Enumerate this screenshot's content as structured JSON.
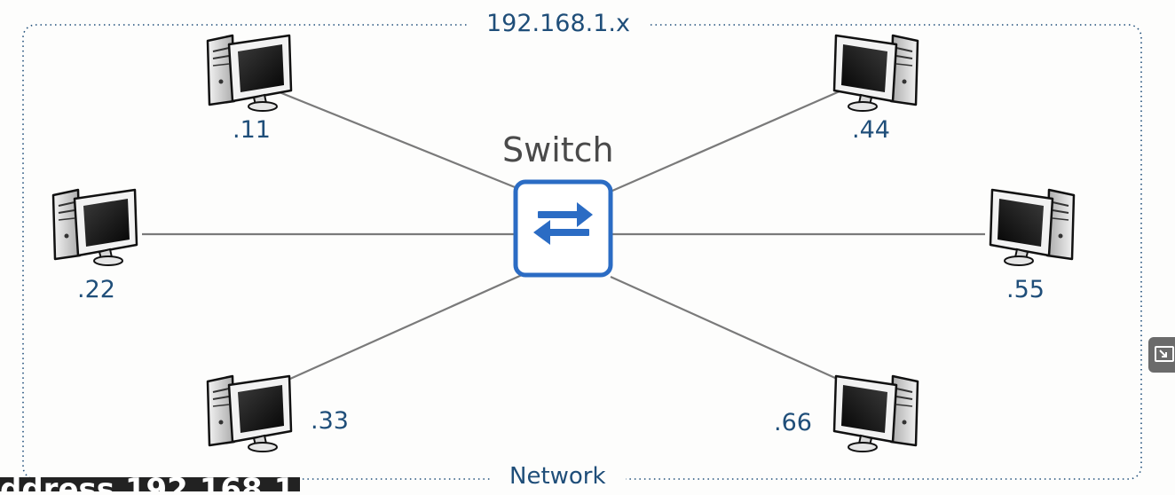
{
  "network": {
    "subnet": "192.168.1.x",
    "label": "Network"
  },
  "switch": {
    "title": "Switch",
    "icon": "switch-arrows-icon",
    "accent_color": "#2b6cc4"
  },
  "hosts": [
    {
      "suffix": ".11",
      "icon": "desktop-computer-icon"
    },
    {
      "suffix": ".22",
      "icon": "desktop-computer-icon"
    },
    {
      "suffix": ".33",
      "icon": "desktop-computer-icon"
    },
    {
      "suffix": ".44",
      "icon": "desktop-computer-icon"
    },
    {
      "suffix": ".55",
      "icon": "desktop-computer-icon"
    },
    {
      "suffix": ".66",
      "icon": "desktop-computer-icon"
    }
  ],
  "overlay": {
    "caption_partial": "ddress 192.168.1"
  },
  "side_button": {
    "icon": "picture-in-picture-exit-icon"
  }
}
